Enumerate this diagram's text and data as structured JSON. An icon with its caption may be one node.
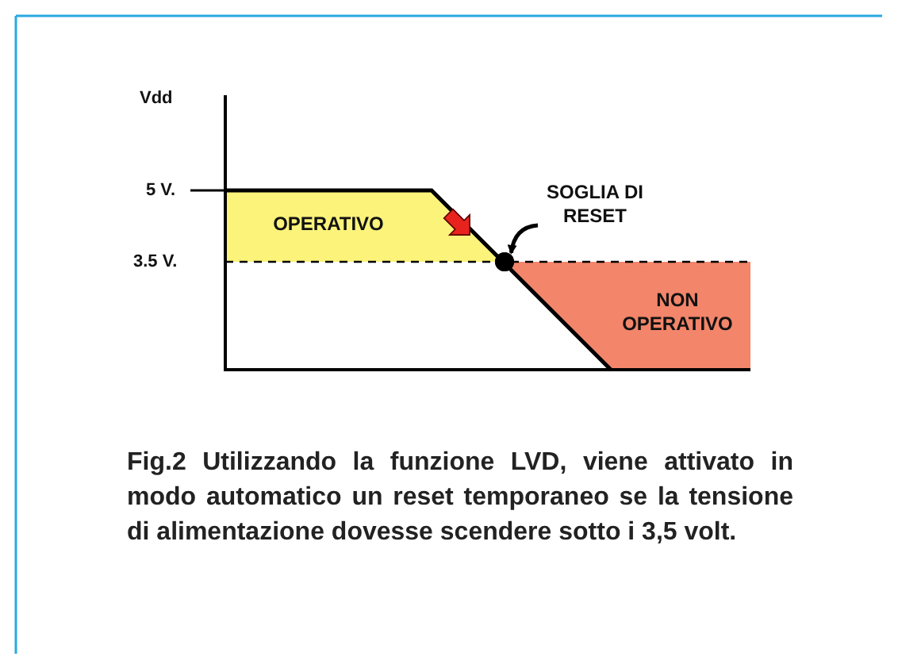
{
  "diagram": {
    "caption": "Fig.2 Utilizzando la funzione LVD, viene attivato in modo automatico un reset temporaneo se la tensione di alimentazione dovesse scendere sotto i 3,5 volt.",
    "nodes": [
      {
        "text": [
          "OPERATIVO"
        ]
      },
      {
        "text": [
          "NON OPERATIVO"
        ]
      },
      {
        "text": [
          "SOGLIA DI RESET"
        ]
      },
      {
        "text": [],
        "shape": "circle"
      }
    ],
    "edges": [
      {
        "from": 2,
        "to": 3,
        "arrow": "to"
      }
    ],
    "labels": [
      "Vdd",
      "5 V.",
      "3.5 V."
    ]
  }
}
